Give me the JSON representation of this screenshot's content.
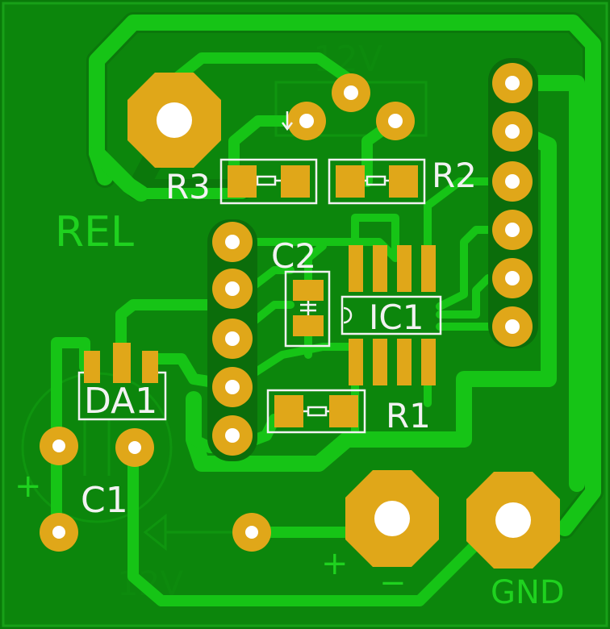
{
  "colors": {
    "substrate": "#0a7a0a",
    "copper_fill": "#0c860c",
    "trace": "#16c416",
    "trace_edge": "#0b6d0b",
    "pad": "#e0a719",
    "silkscreen": "#f2f2f2",
    "drill": "#ffffff"
  },
  "labels": {
    "relay_label": "REL",
    "r3": "R3",
    "r2": "R2",
    "r1": "R1",
    "c2": "C2",
    "ic1": "IC1",
    "da1": "DA1",
    "c1": "C1",
    "gnd": "GND",
    "plus_c1": "+",
    "plus_power": "+",
    "minus_power": "−",
    "top_voltage": "12V",
    "bottom_voltage": "12V"
  }
}
